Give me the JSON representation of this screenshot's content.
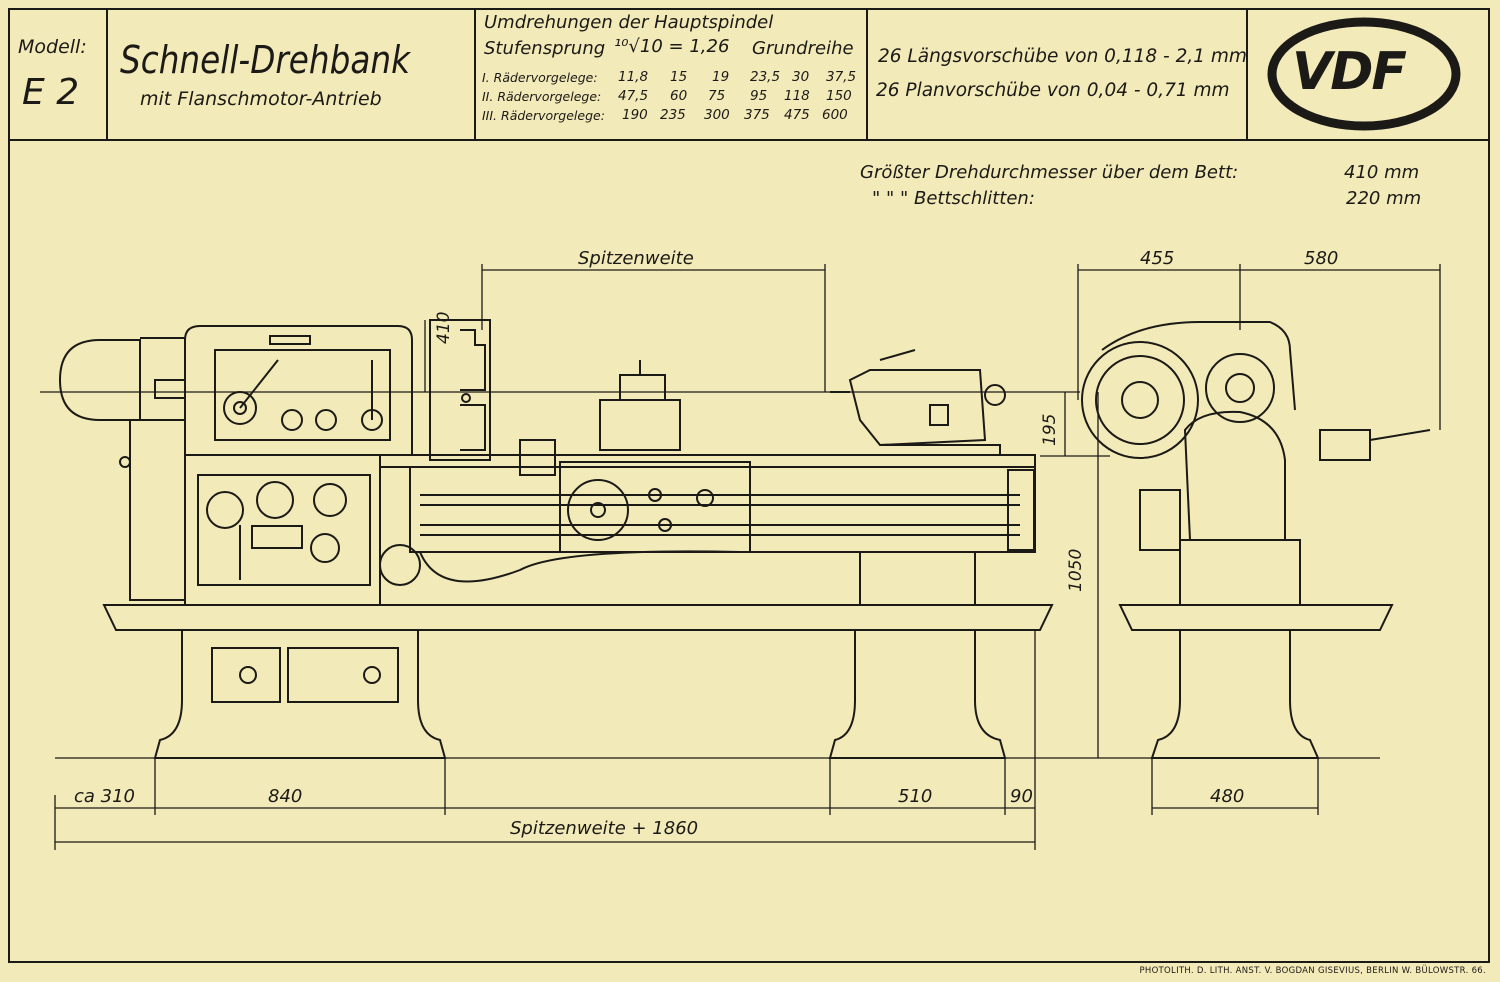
{
  "title_block": {
    "model_label": "Modell:",
    "model_value": "E 2",
    "machine_name": "Schnell-Drehbank",
    "machine_subtitle": "mit Flanschmotor-Antrieb",
    "speeds_heading": "Umdrehungen der Hauptspindel",
    "speeds_step_label": "Stufensprung",
    "speeds_step_formula": "¹⁰√10 = 1,26",
    "speeds_grundreihe": "Grundreihe",
    "speed_rows": [
      {
        "label": "I. Rädervorgelege:",
        "values": [
          "11,8",
          "15",
          "19",
          "23,5",
          "30",
          "37,5"
        ]
      },
      {
        "label": "II. Rädervorgelege:",
        "values": [
          "47,5",
          "60",
          "75",
          "95",
          "118",
          "150"
        ]
      },
      {
        "label": "III. Rädervorgelege:",
        "values": [
          "190",
          "235",
          "300",
          "375",
          "475",
          "600"
        ]
      }
    ],
    "feed_long": "26 Längsvorschübe von 0,118 - 2,1 mm",
    "feed_cross": "26 Planvorschübe von 0,04 - 0,71 mm",
    "logo": "VDF"
  },
  "specs": {
    "line1_label": "Größter Drehdurchmesser über dem Bett:",
    "line1_value": "410 mm",
    "line2_label": "\"           \"           \"   Bettschlitten:",
    "line2_value": "220 mm"
  },
  "dimensions": {
    "spitzenweite": "Spitzenweite",
    "chuck_410": "410",
    "center_195": "195",
    "height_1050": "1050",
    "side_455": "455",
    "side_580": "580",
    "base_ca310": "ca 310",
    "base_840": "840",
    "base_510": "510",
    "base_90": "90",
    "side_480": "480",
    "overall": "Spitzenweite + 1860"
  },
  "footer": "PHOTOLITH. D. LITH. ANST. V. BOGDAN GISEVIUS, BERLIN W. BÜLOWSTR. 66.",
  "colors": {
    "paper": "#f3eab9",
    "ink": "#1b1a16"
  }
}
